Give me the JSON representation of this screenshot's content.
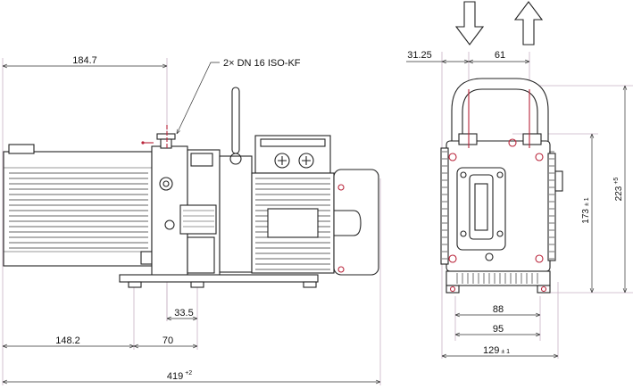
{
  "diagram": {
    "callout": "2× DN 16 ISO-KF",
    "side_view": {
      "top_width": "184.7",
      "foot_offset": "148.2",
      "foot_spacing": "70",
      "port_offset": "33.5",
      "total_length": "419",
      "total_length_tol": "+2"
    },
    "front_view": {
      "left_offset": "31.25",
      "port_spacing": "61",
      "total_height": "223",
      "total_height_tol": "+5",
      "port_height": "173",
      "port_height_tol": "± 1",
      "foot_inner": "88",
      "foot_outer": "95",
      "total_width": "129",
      "total_width_tol": "± 1"
    },
    "flow_arrows": [
      "inlet-arrow-down",
      "outlet-arrow-up"
    ],
    "colors": {
      "outline": "#222222",
      "dimension": "#333333",
      "projection": "#c8b2c4",
      "accent": "#b9243a"
    }
  }
}
